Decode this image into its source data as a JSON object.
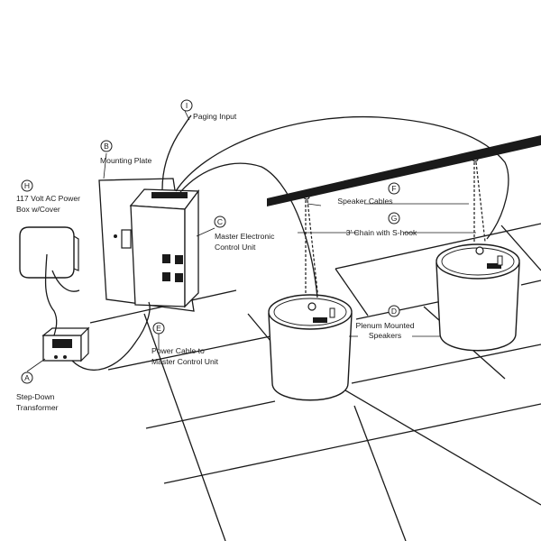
{
  "callouts": {
    "A": {
      "letter": "A",
      "label_line1": "Step-Down",
      "label_line2": "Transformer"
    },
    "B": {
      "letter": "B",
      "label_line1": "Mounting Plate"
    },
    "C": {
      "letter": "C",
      "label_line1": "Master Electronic",
      "label_line2": "Control Unit"
    },
    "D": {
      "letter": "D",
      "label_line1": "Plenum Mounted",
      "label_line2": "Speakers"
    },
    "E": {
      "letter": "E",
      "label_line1": "Power Cable to",
      "label_line2": "Master Control Unit"
    },
    "F": {
      "letter": "F",
      "label_line1": "Speaker Cables"
    },
    "G": {
      "letter": "G",
      "label_line1": "3' Chain with S-hook"
    },
    "H": {
      "letter": "H",
      "label_line1": "117 Volt AC Power",
      "label_line2": "Box w/Cover"
    },
    "I": {
      "letter": "I",
      "label_line1": "Paging Input"
    }
  },
  "colors": {
    "ink": "#1a1a1a",
    "background": "#ffffff"
  }
}
